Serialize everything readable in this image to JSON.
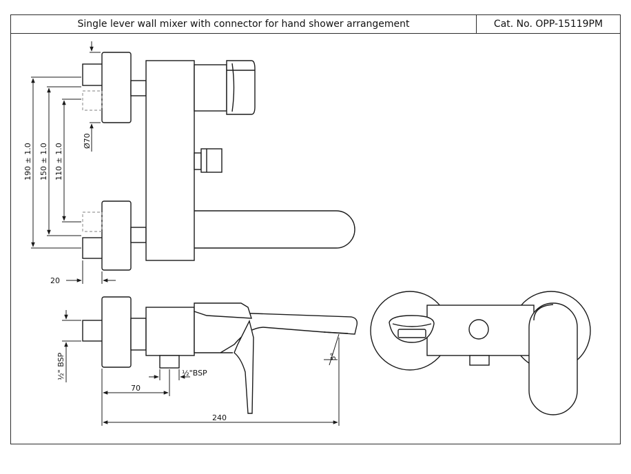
{
  "header": {
    "title": "Single lever wall mixer with connector for hand shower arrangement",
    "catalog": "Cat. No. OPP-15119PM"
  },
  "dimensions": {
    "d190": "190 ± 1.0",
    "d150": "150 ± 1.0",
    "d110": "110 ± 1.0",
    "d70dia": "Ø70",
    "d20": "20",
    "d70": "70",
    "d240": "240",
    "bsp_vertical": "½\" BSP",
    "bsp_horizontal": "½\"BSP",
    "angle": "5°"
  },
  "colors": {
    "line": "#1a1a1a",
    "hidden": "#999999",
    "frame": "#2a2a2a"
  }
}
